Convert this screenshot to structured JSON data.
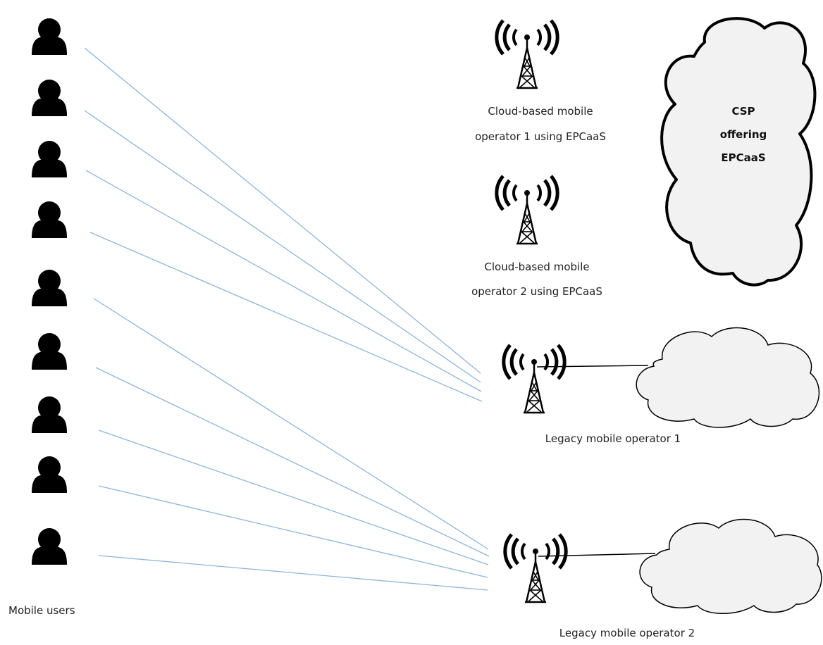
{
  "users": {
    "label": "Mobile users",
    "count": 9,
    "icon": "user-icon",
    "color": "#000000"
  },
  "link_color": "#8fb4dc",
  "operators": [
    {
      "id": "cloud-op-1",
      "type": "cloud-based",
      "label_lines": [
        "Cloud-based mobile",
        "operator 1 using EPCaaS"
      ],
      "icon": "cell-tower-icon"
    },
    {
      "id": "cloud-op-2",
      "type": "cloud-based",
      "label_lines": [
        "Cloud-based mobile",
        "operator 2 using EPCaaS"
      ],
      "icon": "cell-tower-icon"
    },
    {
      "id": "legacy-op-1",
      "type": "legacy",
      "label": "Legacy mobile operator 1",
      "icon": "cell-tower-icon",
      "connected_users": [
        1,
        2,
        3,
        4
      ]
    },
    {
      "id": "legacy-op-2",
      "type": "legacy",
      "label": "Legacy mobile operator 2",
      "icon": "cell-tower-icon",
      "connected_users": [
        5,
        6,
        7,
        8,
        9
      ]
    }
  ],
  "csp_cloud": {
    "label_lines": [
      "CSP",
      "offering",
      "EPCaaS"
    ],
    "icon": "cloud-icon",
    "fill": "#f2f2f2"
  },
  "legacy_cloud_fill": "#f2f2f2"
}
